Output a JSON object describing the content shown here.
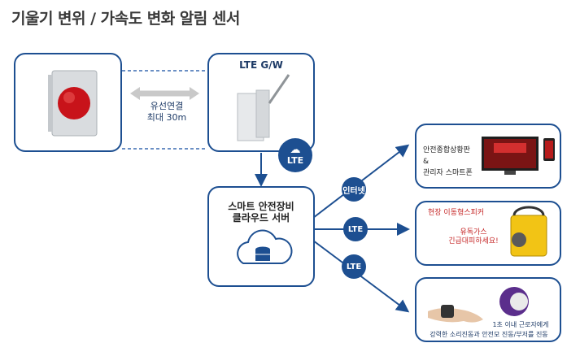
{
  "title": "기울기 변위 / 가속도 변화 알림 센서",
  "wired": {
    "line1": "유선연결",
    "line2": "최대 30m"
  },
  "gateway": {
    "label": "LTE G/W",
    "badge": "LTE"
  },
  "cloud": {
    "line1": "스마트 안전장비",
    "line2": "클라우드 서버"
  },
  "links": [
    "인터넷",
    "LTE",
    "LTE"
  ],
  "dashboard": {
    "line1": "안전종합상황판 &",
    "line2": "관리자 스마트폰"
  },
  "speaker": {
    "top": "현장 이동형스피커",
    "line1": "유독가스",
    "line2": "긴급대피하세요!"
  },
  "wearable": {
    "caption1": "1초 이내 근로자에게",
    "caption2": "강력한 소리진동과 안전모 진동/부저를 진동"
  },
  "colors": {
    "accent": "#1d4f91",
    "light_accent": "#2a6bbf"
  }
}
